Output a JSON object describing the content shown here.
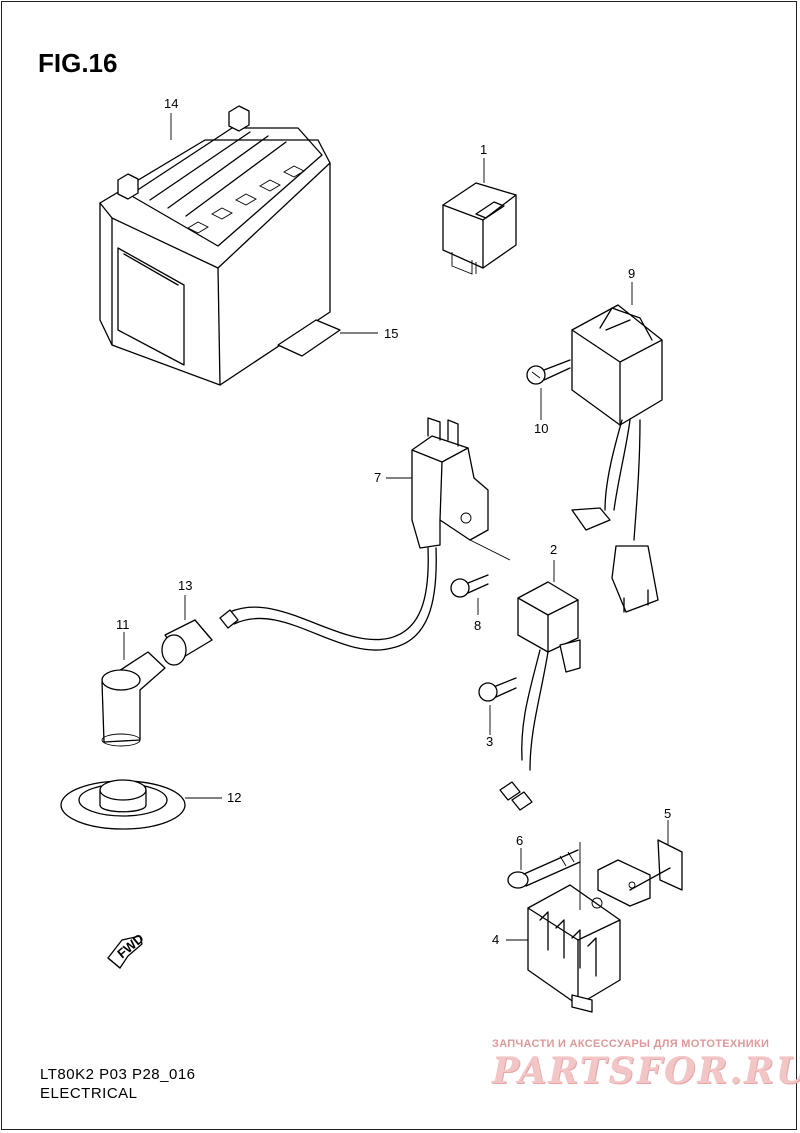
{
  "figure_title": "FIG.16",
  "callouts": {
    "c1": "1",
    "c2": "2",
    "c3": "3",
    "c4": "4",
    "c5": "5",
    "c6": "6",
    "c7": "7",
    "c8": "8",
    "c9": "9",
    "c10": "10",
    "c11": "11",
    "c12": "12",
    "c13": "13",
    "c14": "14",
    "c15": "15"
  },
  "fwd_arrow_label": "FWD",
  "footer": {
    "model_code": "LT80K2 P03 P28_016",
    "section": "ELECTRICAL"
  },
  "watermark": {
    "caption": "ЗАПЧАСТИ И АКСЕССУАРЫ ДЛЯ МОТОТЕХНИКИ",
    "logo": "PARTSFOR.RU"
  }
}
